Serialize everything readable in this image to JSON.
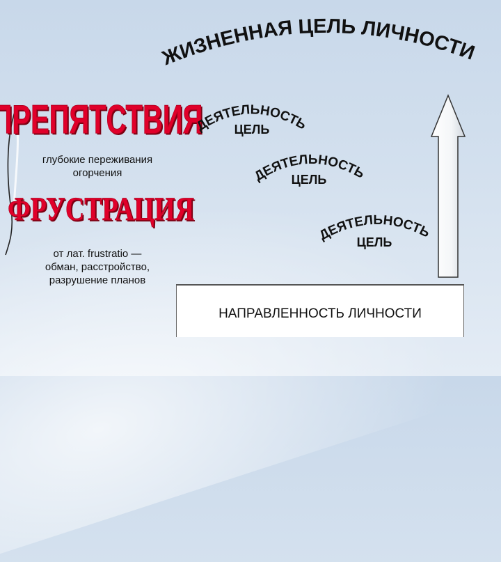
{
  "title": "ЖИЗНЕННАЯ ЦЕЛЬ ЛИЧНОСТИ",
  "obstacles": {
    "heading": "ПРЕПЯТСТВИЯ",
    "description_lines": [
      "глубокие переживания",
      "огорчения"
    ]
  },
  "frustration": {
    "heading": "ФРУСТРАЦИЯ",
    "description_lines": [
      "от лат. frustratio —",
      "обман, расстройство,",
      "разрушение планов"
    ]
  },
  "activity_goals": [
    {
      "arc": "ДЕЯТЕЛЬНОСТЬ",
      "sub": "ЦЕЛЬ"
    },
    {
      "arc": "ДЕЯТЕЛЬНОСТЬ",
      "sub": "ЦЕЛЬ"
    },
    {
      "arc": "ДЕЯТЕЛЬНОСТЬ",
      "sub": "ЦЕЛЬ"
    }
  ],
  "personality_direction": "НАПРАВЛЕННОСТЬ ЛИЧНОСТИ",
  "colors": {
    "heading_red": "#e0002a",
    "heading_shadow": "#7a0012",
    "arc_text": "#111111",
    "arrow_fill": "#ffffff",
    "arrow_stroke": "#333333"
  }
}
